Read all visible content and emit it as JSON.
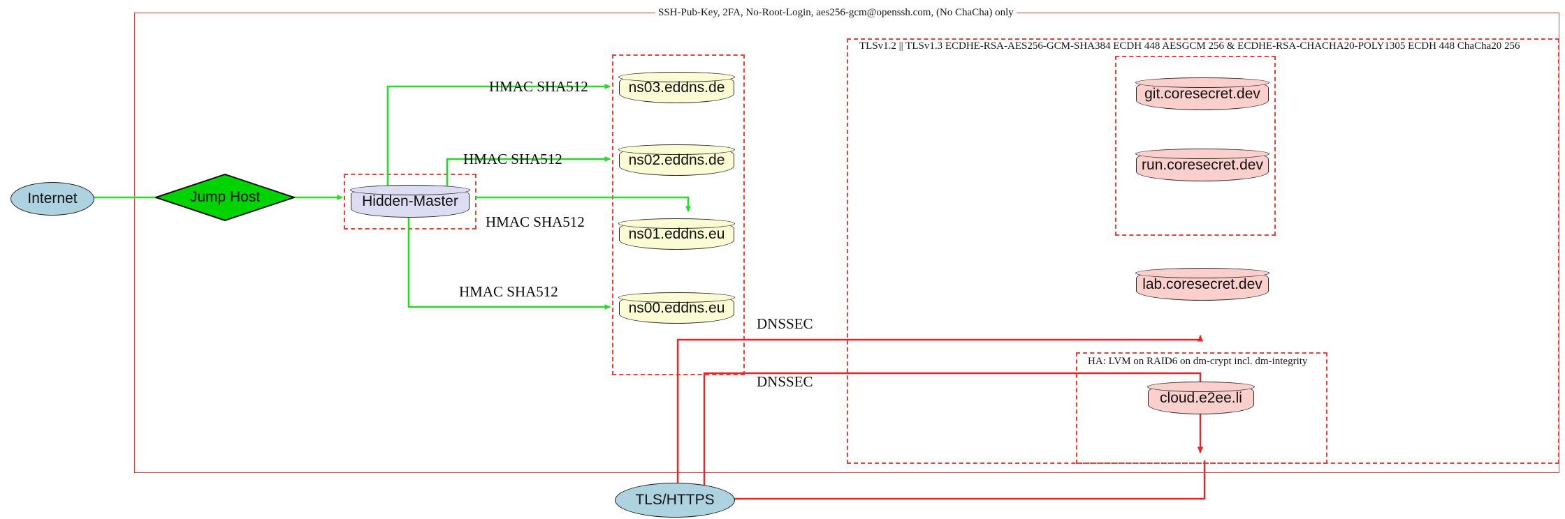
{
  "diagram": {
    "title": "Hidden-Master DNS and TLS service topology",
    "colors": {
      "cluster_border": "#e8403a",
      "edge_green": "#22dd22",
      "edge_red": "#ee2222",
      "internet_fill": "#aed3e0",
      "jumphost_fill": "#00d400",
      "master_fill": "#dcdcf2",
      "dns_fill": "#fbfbd4",
      "web_fill": "#fbcfcb"
    }
  },
  "clusters": [
    {
      "id": "ssh",
      "label": "SSH-Pub-Key, 2FA, No-Root-Login, aes256-gcm@openssh.com, (No ChaCha) only"
    },
    {
      "id": "tls",
      "label": "TLSv1.2 || TLSv1.3 ECDHE-RSA-AES256-GCM-SHA384 ECDH 448 AESGCM 256 & ECDHE-RSA-CHACHA20-POLY1305 ECDH 448 ChaCha20 256"
    },
    {
      "id": "ha",
      "label": "HA: LVM on RAID6 on dm-crypt incl. dm-integrity"
    },
    {
      "id": "master-box",
      "label": ""
    },
    {
      "id": "dns-box",
      "label": ""
    },
    {
      "id": "coresecret-box",
      "label": ""
    }
  ],
  "nodes": {
    "internet": {
      "label": "Internet",
      "shape": "ellipse"
    },
    "jumphost": {
      "label": "Jump Host",
      "shape": "diamond"
    },
    "master": {
      "label": "Hidden-Master",
      "shape": "cylinder"
    },
    "ns03": {
      "label": "ns03.eddns.de",
      "shape": "cylinder"
    },
    "ns02": {
      "label": "ns02.eddns.de",
      "shape": "cylinder"
    },
    "ns01": {
      "label": "ns01.eddns.eu",
      "shape": "cylinder"
    },
    "ns00": {
      "label": "ns00.eddns.eu",
      "shape": "cylinder"
    },
    "git": {
      "label": "git.coresecret.dev",
      "shape": "cylinder"
    },
    "run": {
      "label": "run.coresecret.dev",
      "shape": "cylinder"
    },
    "lab": {
      "label": "lab.coresecret.dev",
      "shape": "cylinder"
    },
    "cloud": {
      "label": "cloud.e2ee.li",
      "shape": "cylinder"
    },
    "tlshttps": {
      "label": "TLS/HTTPS",
      "shape": "ellipse"
    }
  },
  "edge_labels": {
    "hmac_ns03": "HMAC SHA512",
    "hmac_ns02": "HMAC SHA512",
    "hmac_ns01": "HMAC SHA512",
    "hmac_ns00": "HMAC SHA512",
    "dnssec_1": "DNSSEC",
    "dnssec_2": "DNSSEC"
  }
}
